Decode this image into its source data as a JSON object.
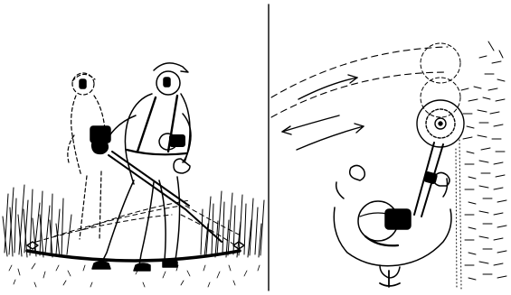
{
  "figure": {
    "panels": [
      {
        "id": "side-view",
        "subject": "operator-swinging-trimmer-side-view"
      },
      {
        "id": "top-view",
        "subject": "operator-swinging-trimmer-top-view"
      }
    ],
    "icons": [
      "person-icon",
      "trimmer-icon",
      "harness-icon",
      "grass-icon",
      "swing-arrow-icon",
      "cutting-head-icon"
    ],
    "colors": {
      "ink": "#000000",
      "paper": "#ffffff"
    }
  }
}
